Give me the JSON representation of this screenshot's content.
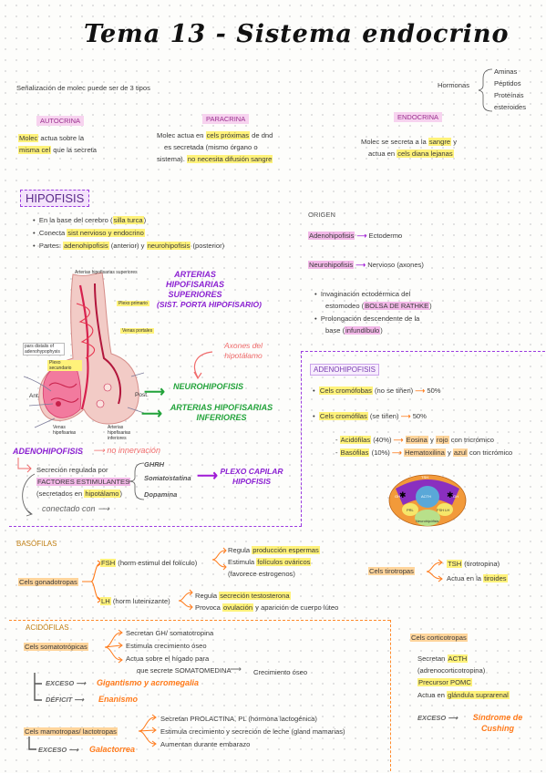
{
  "title": "Tema 13 - Sistema endocrino",
  "intro": {
    "senal": "Señalización de molec puede ser de 3 tipos",
    "hormonas": "Hormonas",
    "hormone_types": [
      "Aminas",
      "Péptidos",
      "Proteínas",
      "esteroides"
    ]
  },
  "tipos": {
    "autocrina": {
      "label": "AUTOCRINA",
      "line1_hl": "Molec",
      "line1_rest": " actua sobre la",
      "line2_hl": "misma cel",
      "line2_rest": " que la secreta"
    },
    "paracrina": {
      "label": "PARACRINA",
      "line1_pre": "Molec actua en ",
      "line1_hl": "cels próximas",
      "line1_post": " de dnd",
      "line2": "es secretada (mismo órgano o",
      "line3_pre": "sistema). ",
      "line3_hl": "no necesita difusión sangre"
    },
    "endocrina": {
      "label": "ENDOCRINA",
      "line1_pre": "Molec se secreta a la ",
      "line1_hl": "sangre",
      "line1_post": " y",
      "line2_pre": "actua en ",
      "line2_hl": "cels diana lejanas"
    }
  },
  "hipofisis": {
    "title": "HIPOFISIS",
    "bullet1_pre": "En la base del cerebro (",
    "bullet1_hl": "silla turca",
    "bullet1_post": ")",
    "bullet2_pre": "Conecta ",
    "bullet2_hl": "sist nervioso y endocrino",
    "bullet3_pre": "Partes: ",
    "bullet3_hl1": "adenohipofisis",
    "bullet3_mid": " (anterior) y ",
    "bullet3_hl2": "neurohipofisis",
    "bullet3_post": " (posterior)"
  },
  "origen": {
    "title": "ORIGEN",
    "adeno": "Adenohipofisis",
    "adeno_to": "Ectodermo",
    "neuro": "Neurohipofisis",
    "neuro_to": "Nervioso (axones)",
    "b1_l1": "Invaginación ectodérmica del",
    "b1_l2_pre": "estomodeo (",
    "b1_l2_hl": "BOLSA DE RATHKE",
    "b1_l2_post": ")",
    "b2_l1": "Prolongación descendente de la",
    "b2_l2_pre": "base (",
    "b2_l2_hl": "infundíbulo",
    "b2_l2_post": ")"
  },
  "diagram": {
    "small_top": "Arterias hipofisarias superiores",
    "plexo_primario": "Plexo primario",
    "venas_portales": "Venas portales",
    "pars_distalis": "pars distalis of adenohypophysis",
    "plexo_secundario": "Plexo secundario",
    "ant": "Ant.",
    "post": "Post.",
    "venas_hipo": "Venas hipofisarias",
    "art_inf_small": "Arterias hipofisarias inferiores",
    "art_sup": "ARTERIAS HIPOFISARIAS SUPERIORES",
    "porta": "(SIST. PORTA HIPOFISARIO)",
    "axones": "Axones del hipotálamo",
    "neuro": "NEUROHIPOFISIS",
    "art_inf": "ARTERIAS HIPOFISARIAS INFERIORES",
    "adeno": "ADENOHIPOFISIS",
    "no_inerv": "no innervación",
    "secrecion": "Secreción regulada por",
    "factores": "FACTORES ESTIMULANTES",
    "secretados_pre": "(secretados en ",
    "secretados_hl": "hipotálamo",
    "secretados_post": ")",
    "conectado": "conectado con",
    "ghrh": "GHRH",
    "somato": "Somatostatina",
    "dopamina": "Dopamina",
    "plexo_capilar": "PLEXO CAPILAR HIPOFISIS"
  },
  "adenohipofisis_box": {
    "title": "ADENOHIPOFISIS",
    "b1_hl": "Cels cromófobas",
    "b1_rest": " (no se tiñen)",
    "b1_val": "50%",
    "b2_hl": "Cels cromófilas",
    "b2_rest": " (se tiñen)",
    "b2_val": "50%",
    "acid_pre": "- ",
    "acid_hl": "Acidófilas",
    "acid_pct": " (40%)",
    "acid_h1": "Eosina",
    "acid_mid": " y ",
    "acid_h2": "rojo",
    "acid_post": " con tricrómico",
    "baso_pre": "- ",
    "baso_hl": "Basófilas",
    "baso_pct": " (10%)",
    "baso_h1": "Hematoxilina",
    "baso_mid": " y ",
    "baso_h2": "azul",
    "baso_post": " con tricrómico",
    "mini_labels": [
      "TSH",
      "ACTH",
      "GH",
      "GH",
      "PRL",
      "FSH LH",
      "Neurohipófisis"
    ]
  },
  "basofilas": {
    "title": "BASÓFILAS",
    "gonado": "Cels gonadotropas",
    "fsh_hl": "FSH",
    "fsh_rest": " (horm estimul del folículo)",
    "fsh_a_pre": "Regula ",
    "fsh_a_hl": "producción espermas",
    "fsh_b_pre": "Estimula ",
    "fsh_b_hl": "folículos ováricos",
    "fsh_c": "(favorece estrogenos)",
    "lh_hl": "LH",
    "lh_rest": " (horm luteinizante)",
    "lh_a_pre": "Regula ",
    "lh_a_hl": "secreción testosterona",
    "lh_b_pre": "Provoca ",
    "lh_b_hl": "ovulación",
    "lh_b_post": " y aparición de cuerpo lúteo",
    "tiro": "Cels tirotropas",
    "tsh_hl": "TSH",
    "tsh_rest": " (tirotropina)",
    "tsh_b_pre": "Actua en la ",
    "tsh_b_hl": "tiroides"
  },
  "acidofilas": {
    "title": "ACIDÓFILAS",
    "somato": "Cels somatotrópicas",
    "s1": "Secretan GH/ somatotropina",
    "s2": "Estimula crecimiento óseo",
    "s3": "Actua sobre el hígado para",
    "s4": "que secrete SOMATOMEDINA",
    "s4_to": "Crecimiento óseo",
    "exceso_label": "EXCESO",
    "exceso_val": "Gigantismo y acromegalia",
    "deficit_label": "DÉFICIT",
    "deficit_val": "Enanismo",
    "mamo": "Cels mamotropas/ lactotropas",
    "m1": "Secretan PROLACTINA, PL (hormona lactogénica)",
    "m2": "Estimula crecimiento y secreción de leche (gland mamarias)",
    "m3": "Aumentan durante embarazo",
    "m_exceso_label": "EXCESO",
    "m_exceso_val": "Galactorrea"
  },
  "cortico": {
    "title": "Cels corticotropas",
    "c1_pre": "Secretan ",
    "c1_hl": "ACTH",
    "c2": "(adrenocorticotropina)",
    "c3_hl": "Precursor POMC",
    "c4_pre": "Actua en ",
    "c4_hl": "glándula suprarenal",
    "exceso_label": "EXCESO",
    "exceso_val": "Síndrome de Cushing"
  }
}
